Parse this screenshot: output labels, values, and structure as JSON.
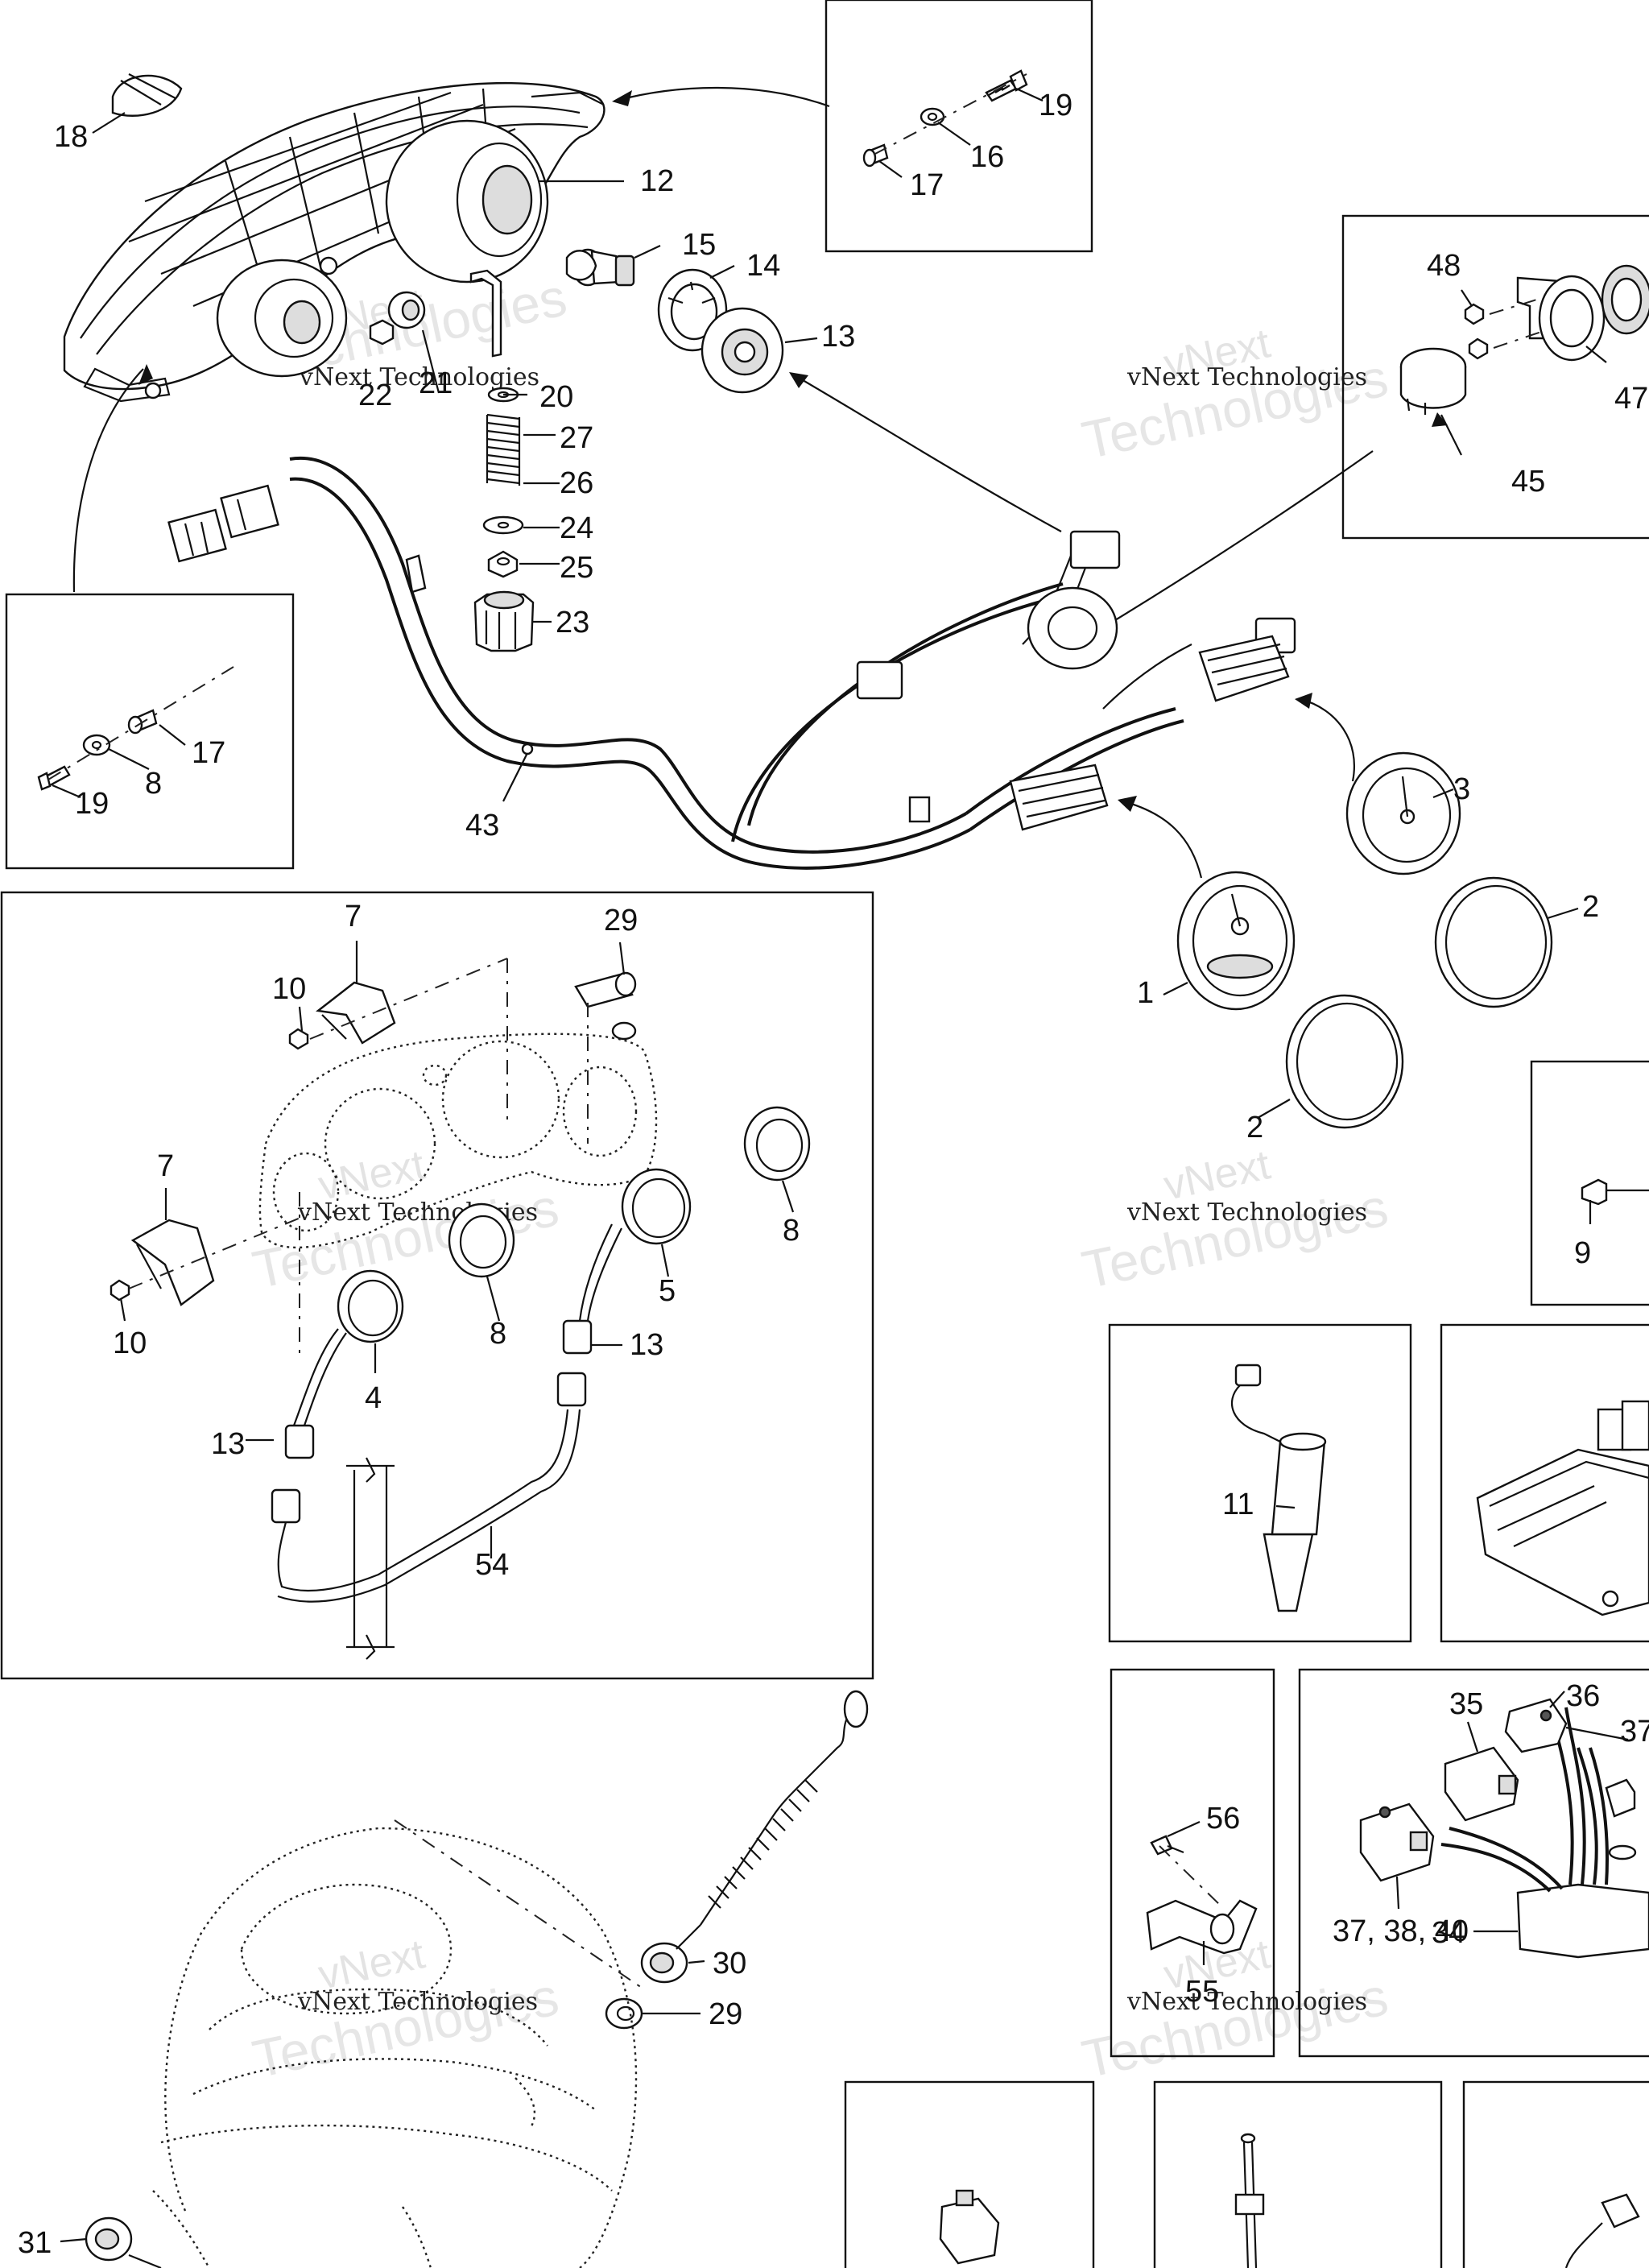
{
  "labels": {
    "l18": "18",
    "l19a": "19",
    "l16": "16",
    "l17a": "17",
    "l12": "12",
    "l15": "15",
    "l14": "14",
    "l13a": "13",
    "l48": "48",
    "l47": "47",
    "l45": "45",
    "l21": "21",
    "l22": "22",
    "l20": "20",
    "l27": "27",
    "l26": "26",
    "l24": "24",
    "l25": "25",
    "l23": "23",
    "l17b": "17",
    "l8a": "8",
    "l19b": "19",
    "l43": "43",
    "l3": "3",
    "l2a": "2",
    "l1": "1",
    "l2b": "2",
    "l9": "9",
    "l7a": "7",
    "l29a": "29",
    "l10a": "10",
    "l8b": "8",
    "l7b": "7",
    "l10b": "10",
    "l8c": "8",
    "l5": "5",
    "l13b": "13",
    "l4": "4",
    "l13c": "13",
    "l54": "54",
    "l11": "11",
    "l35": "35",
    "l36": "36",
    "l37a": "37",
    "l56": "56",
    "l55": "55",
    "l37b": "37, 38, 40",
    "l34": "34",
    "l30": "30",
    "l29b": "29",
    "l31": "31"
  },
  "watermark": {
    "line1": "vNext Technologies",
    "line2a": "vNext",
    "line2b": "Technologies"
  }
}
